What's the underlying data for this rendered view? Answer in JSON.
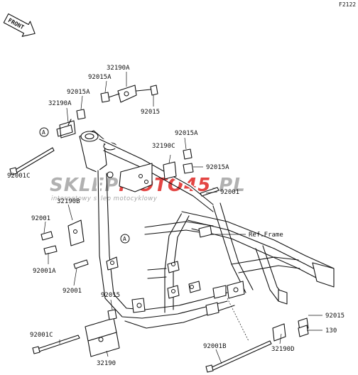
{
  "corner_code": "F2122",
  "front_arrow": "FRONT",
  "watermark": {
    "brand_left": "SKLEP",
    "brand_mid": "MOTO",
    "brand_num": "45",
    "brand_tld": ".PL",
    "tagline": "internetowy sklep motocyklowy",
    "accent_color": "#e0312f",
    "gray_color": "#a9a9a9"
  },
  "ref_frame": "Ref.Frame",
  "ref_marker": "A",
  "callouts": [
    "32190A",
    "92015A",
    "92015A",
    "32190A",
    "92015",
    "92015A",
    "32190C",
    "92015A",
    "92001C",
    "92001",
    "32190B",
    "92001",
    "92001A",
    "92001",
    "92015",
    "92015",
    "130",
    "92001C",
    "32190",
    "92001B",
    "32190D"
  ]
}
